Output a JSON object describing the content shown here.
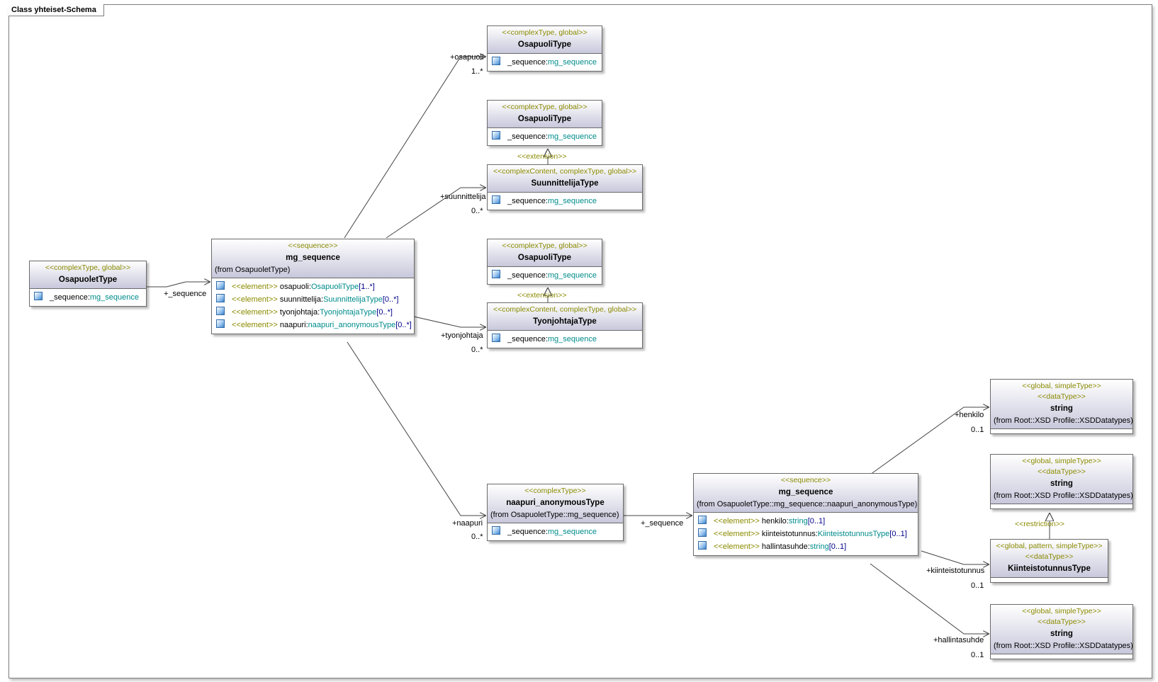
{
  "frame": {
    "title": "Class yhteiset-Schema"
  },
  "classes": {
    "osapuolet": {
      "stereotype": "<<complexType, global>>",
      "name": "OsapuoletType",
      "attrs": [
        {
          "name": "_sequence:",
          "type": "mg_sequence"
        }
      ]
    },
    "mg1": {
      "stereotype": "<<sequence>>",
      "name": "mg_sequence",
      "from": "(from OsapuoletType)",
      "attrs": [
        {
          "stereo": "<<element>>",
          "name": " osapuoli:",
          "type": "OsapuoliType",
          "mult": "[1..*]"
        },
        {
          "stereo": "<<element>>",
          "name": " suunnittelija:",
          "type": "SuunnittelijaType",
          "mult": "[0..*]"
        },
        {
          "stereo": "<<element>>",
          "name": " tyonjohtaja:",
          "type": "TyonjohtajaType",
          "mult": "[0..*]"
        },
        {
          "stereo": "<<element>>",
          "name": " naapuri:",
          "type": "naapuri_anonymousType",
          "mult": "[0..*]"
        }
      ]
    },
    "osapuoli1": {
      "stereotype": "<<complexType, global>>",
      "name": "OsapuoliType",
      "attrs": [
        {
          "name": "_sequence:",
          "type": "mg_sequence"
        }
      ]
    },
    "osapuoli2": {
      "stereotype": "<<complexType, global>>",
      "name": "OsapuoliType",
      "attrs": [
        {
          "name": "_sequence:",
          "type": "mg_sequence"
        }
      ]
    },
    "suunnittelija": {
      "stereotype": "<<complexContent, complexType, global>>",
      "name": "SuunnittelijaType",
      "attrs": [
        {
          "name": "_sequence:",
          "type": "mg_sequence"
        }
      ]
    },
    "osapuoli3": {
      "stereotype": "<<complexType, global>>",
      "name": "OsapuoliType",
      "attrs": [
        {
          "name": "_sequence:",
          "type": "mg_sequence"
        }
      ]
    },
    "tyonjohtaja": {
      "stereotype": "<<complexContent, complexType, global>>",
      "name": "TyonjohtajaType",
      "attrs": [
        {
          "name": "_sequence:",
          "type": "mg_sequence"
        }
      ]
    },
    "naapuri": {
      "stereotype": "<<complexType>>",
      "name": "naapuri_anonymousType",
      "from": "(from OsapuoletType::mg_sequence)",
      "attrs": [
        {
          "name": "_sequence:",
          "type": "mg_sequence"
        }
      ]
    },
    "mg2": {
      "stereotype": "<<sequence>>",
      "name": "mg_sequence",
      "from": "(from OsapuoletType::mg_sequence::naapuri_anonymousType)",
      "attrs": [
        {
          "stereo": "<<element>>",
          "name": " henkilo:",
          "type": "string",
          "mult": "[0..1]"
        },
        {
          "stereo": "<<element>>",
          "name": " kiinteistotunnus:",
          "type": "KiinteistotunnusType",
          "mult": "[0..1]"
        },
        {
          "stereo": "<<element>>",
          "name": " hallintasuhde:",
          "type": "string",
          "mult": "[0..1]"
        }
      ]
    },
    "string1": {
      "stereotype": "<<global, simpleType>>",
      "stereotype2": "<<dataType>>",
      "name": "string",
      "from": "(from Root::XSD Profile::XSDDatatypes)"
    },
    "string2": {
      "stereotype": "<<global, simpleType>>",
      "stereotype2": "<<dataType>>",
      "name": "string",
      "from": "(from Root::XSD Profile::XSDDatatypes)"
    },
    "kiinteisto": {
      "stereotype": "<<global, pattern, simpleType>>",
      "stereotype2": "<<dataType>>",
      "name": "KiinteistotunnusType"
    },
    "string3": {
      "stereotype": "<<global, simpleType>>",
      "stereotype2": "<<dataType>>",
      "name": "string",
      "from": "(from Root::XSD Profile::XSDDatatypes)"
    }
  },
  "labels": {
    "seq1_role": "+_sequence",
    "osapuoli_role": "+osapuoli",
    "osapuoli_mult": "1..*",
    "suunnittelija_role": "+suunnittelija",
    "suunnittelija_mult": "0..*",
    "tyonjohtaja_role": "+tyonjohtaja",
    "tyonjohtaja_mult": "0..*",
    "naapuri_role": "+naapuri",
    "naapuri_mult": "0..*",
    "seq2_role": "+_sequence",
    "henkilo_role": "+henkilo",
    "henkilo_mult": "0..1",
    "kiinteisto_role": "+kiinteistotunnus",
    "kiinteisto_mult": "0..1",
    "hallinta_role": "+hallintasuhde",
    "hallinta_mult": "0..1",
    "extension1": "<<extension>>",
    "extension2": "<<extension>>",
    "restriction": "<<restriction>>"
  }
}
